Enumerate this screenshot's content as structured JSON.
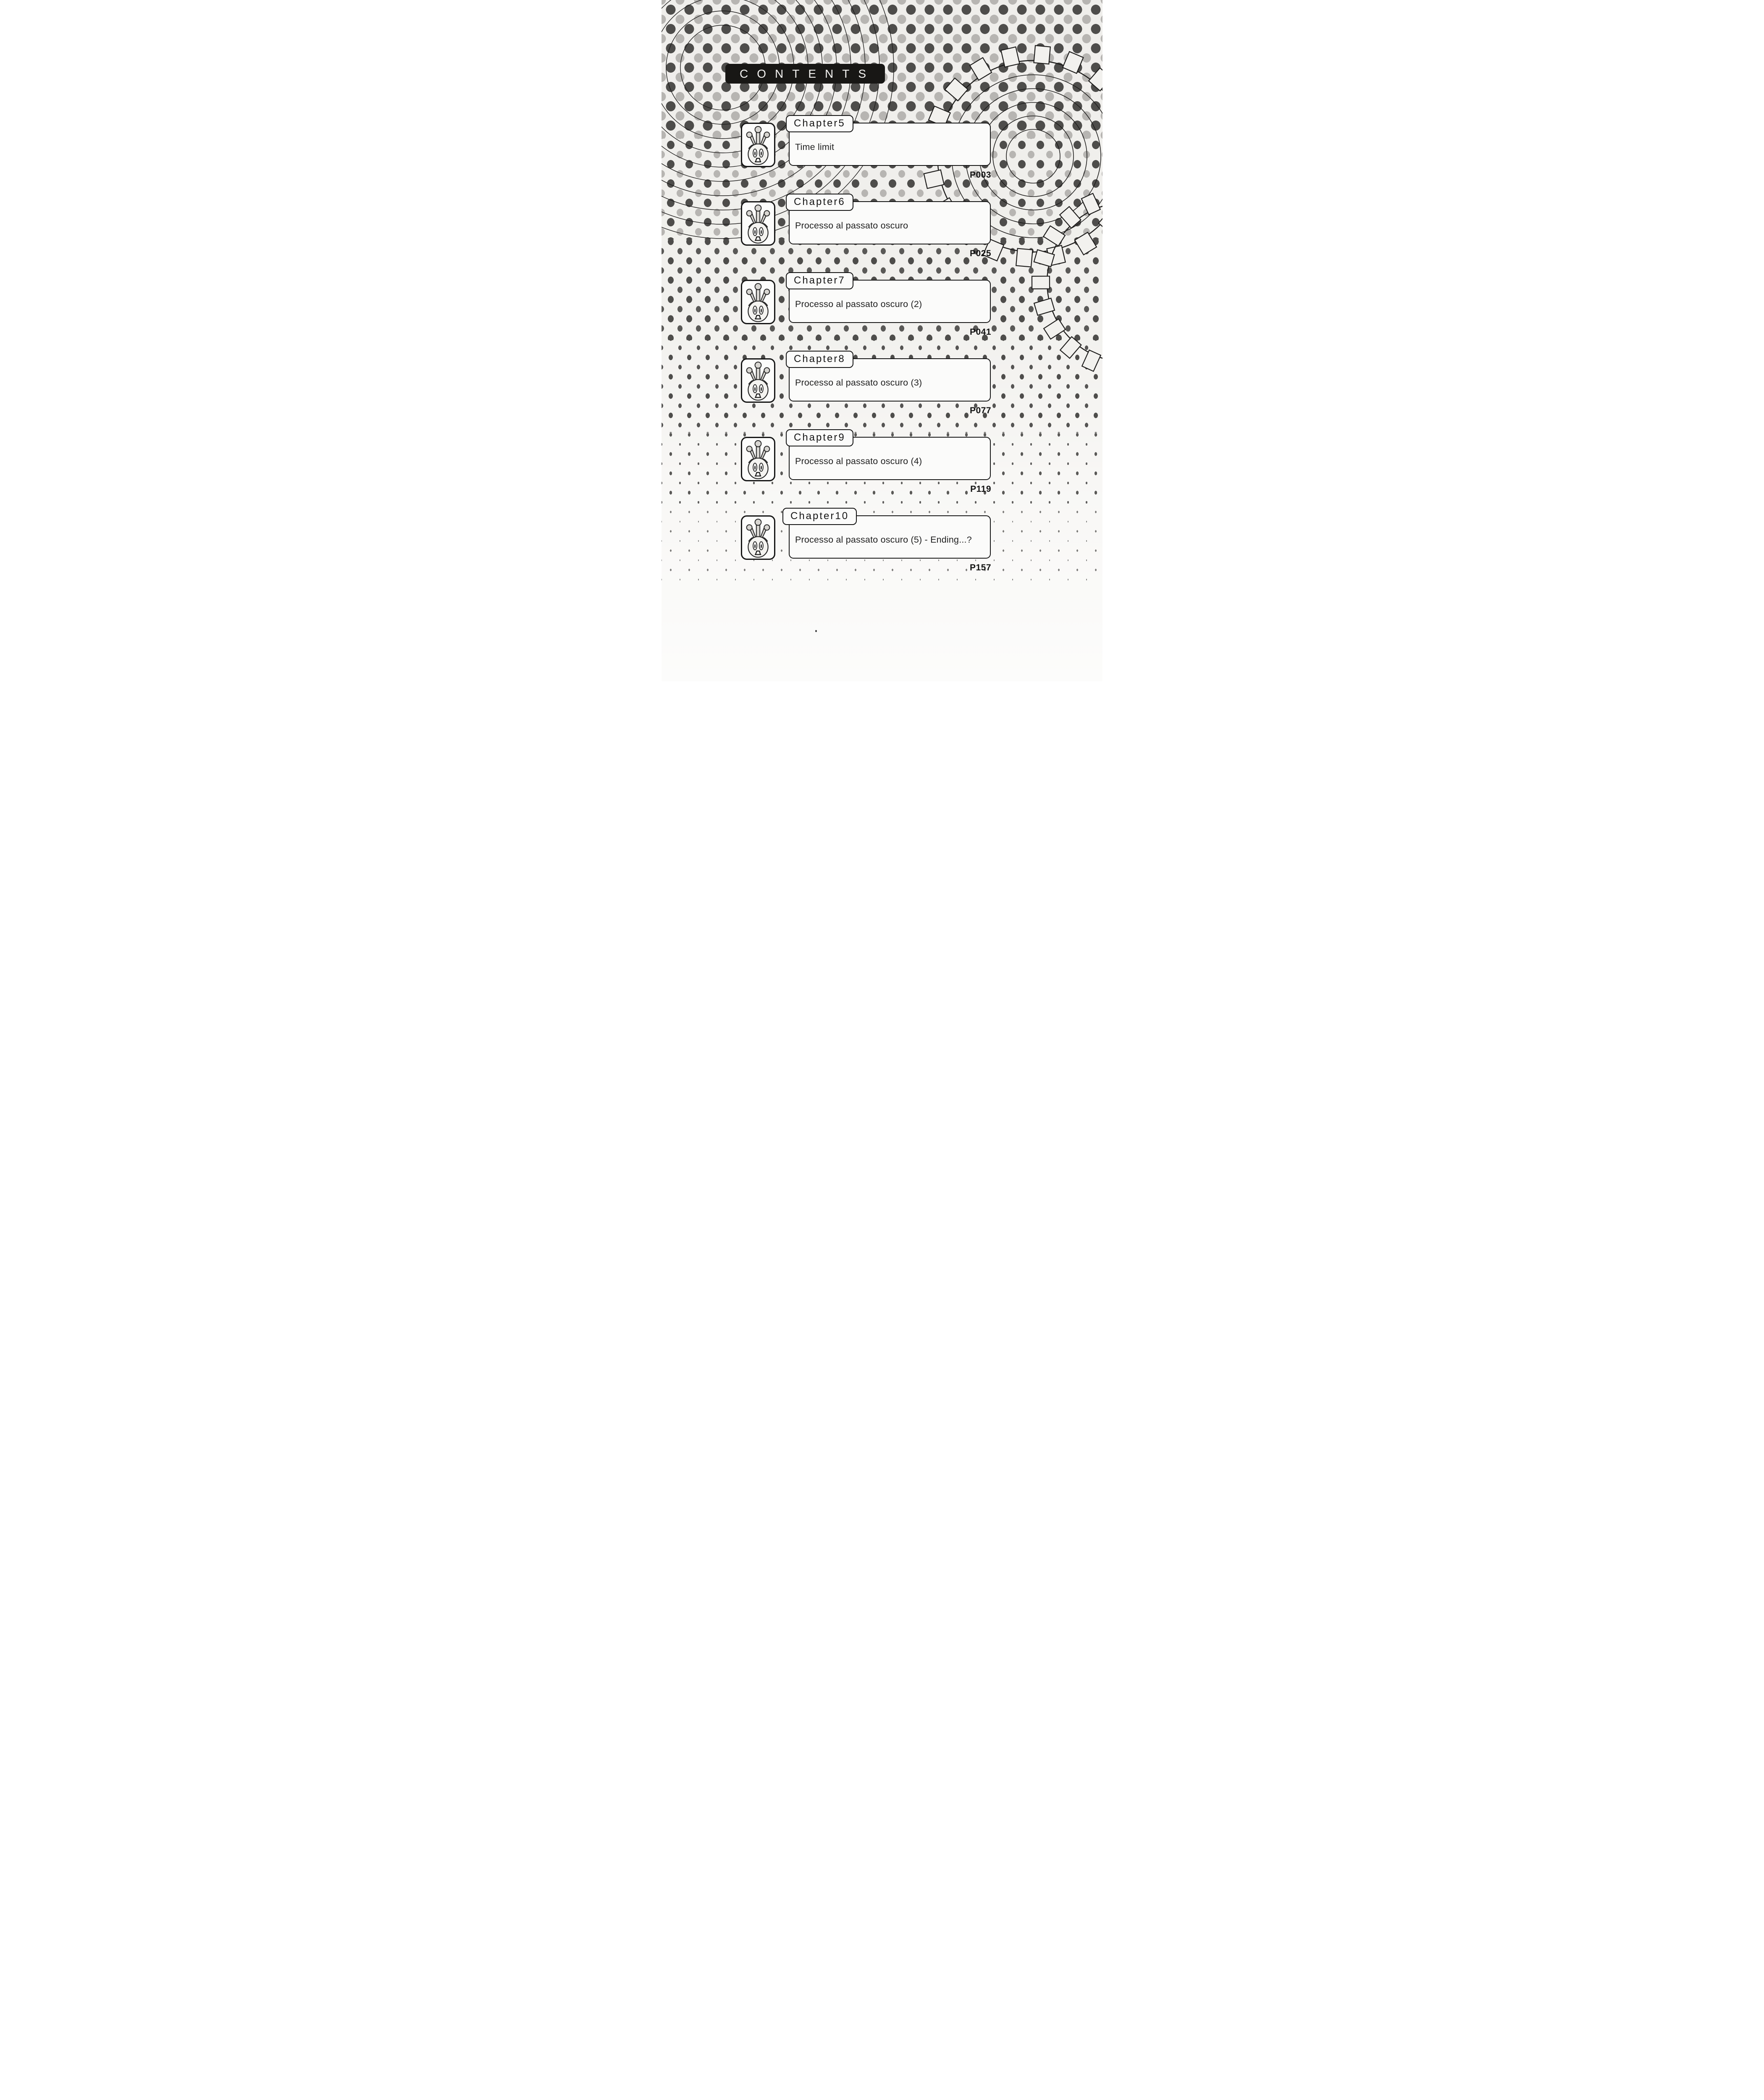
{
  "header": {
    "title": "CONTENTS"
  },
  "chapters": [
    {
      "label": "Chapter5",
      "title": "Time limit",
      "page": "P003"
    },
    {
      "label": "Chapter6",
      "title": "Processo al passato oscuro",
      "page": "P025"
    },
    {
      "label": "Chapter7",
      "title": "Processo al passato oscuro (2)",
      "page": "P041"
    },
    {
      "label": "Chapter8",
      "title": "Processo al passato oscuro (3)",
      "page": "P077"
    },
    {
      "label": "Chapter9",
      "title": "Processo al passato oscuro (4)",
      "page": "P119"
    },
    {
      "label": "Chapter10",
      "title": "Processo al passato oscuro (5) - Ending...?",
      "page": "P157"
    }
  ],
  "icons": {
    "chapter_marker": "crown-face-icon",
    "background_motifs": [
      "concentric-circles",
      "gear-icon",
      "halftone-dots"
    ]
  },
  "colors": {
    "ink": "#1a1a1a",
    "paper_top": "#efeeeb",
    "paper_bottom": "#fcfcfb",
    "dot_dark": "#4e4d4b",
    "dot_light": "#b7b5b2",
    "header_bg": "#181715",
    "header_text": "#f4f3f1"
  }
}
